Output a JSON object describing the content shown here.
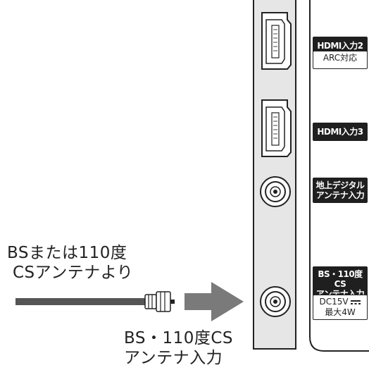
{
  "labels": {
    "hdmi2": {
      "line1": "HDMI入力2",
      "sub": "ARC対応"
    },
    "hdmi3": {
      "line1": "HDMI入力3"
    },
    "terrestrial": {
      "line1": "地上デジタル",
      "line2": "アンテナ入力"
    },
    "bs": {
      "line1": "BS・110度CS",
      "line2": "アンテナ入力",
      "sub1": "DC15V",
      "sub2": "最大4W"
    }
  },
  "captions": {
    "source": {
      "line1": "BSまたは110度",
      "line2": "CSアンテナより"
    },
    "target": {
      "line1": "BS・110度CS",
      "line2": "アンテナ入力"
    }
  },
  "colors": {
    "panel": "#e6e6e6",
    "outline": "#222222",
    "arrow": "#7a7a7a",
    "cable": "#555555",
    "label_bg": "#1f1f1f"
  }
}
